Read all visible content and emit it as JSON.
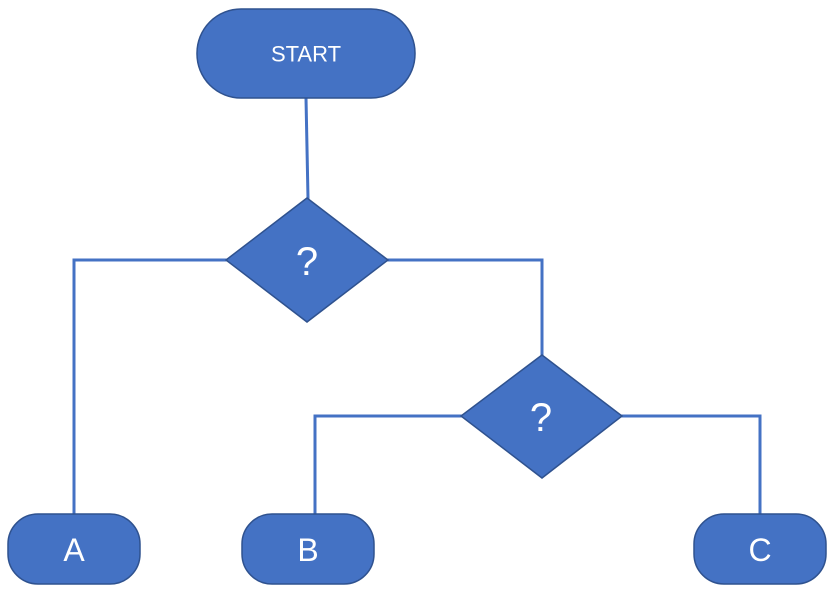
{
  "diagram": {
    "colors": {
      "fill": "#4472C4",
      "stroke": "#2F528F",
      "text": "#FFFFFF"
    },
    "nodes": {
      "start": {
        "label": "START",
        "shape": "rounded-rectangle"
      },
      "decision_1": {
        "label": "?",
        "shape": "diamond"
      },
      "decision_2": {
        "label": "?",
        "shape": "diamond"
      },
      "end_a": {
        "label": "A",
        "shape": "rounded-rectangle"
      },
      "end_b": {
        "label": "B",
        "shape": "rounded-rectangle"
      },
      "end_c": {
        "label": "C",
        "shape": "rounded-rectangle"
      }
    },
    "edges": [
      {
        "from": "start",
        "to": "decision_1"
      },
      {
        "from": "decision_1",
        "to": "end_a"
      },
      {
        "from": "decision_1",
        "to": "decision_2"
      },
      {
        "from": "decision_2",
        "to": "end_b"
      },
      {
        "from": "decision_2",
        "to": "end_c"
      }
    ]
  }
}
